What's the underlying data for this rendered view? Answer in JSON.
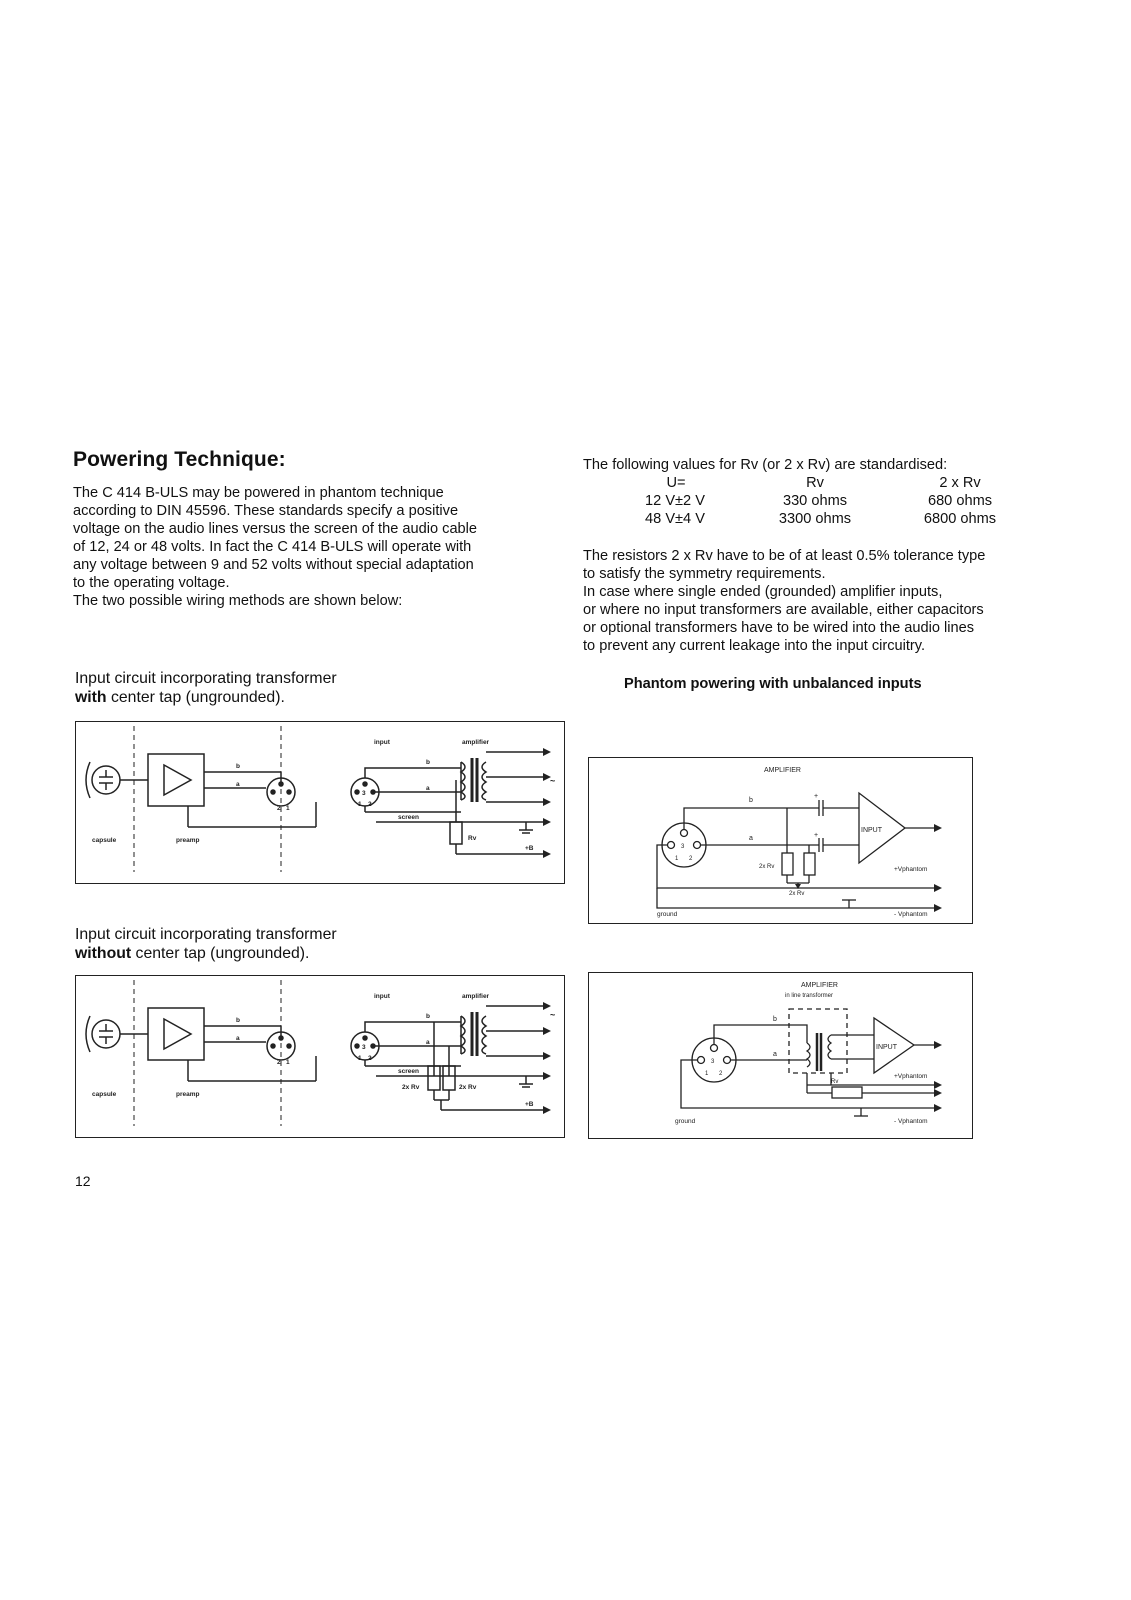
{
  "heading": "Powering Technique:",
  "intro": [
    "The C 414 B-ULS may be powered in phantom technique",
    "according to DIN 45596. These standards specify a positive",
    "voltage on the audio lines versus the screen of the audio cable",
    "of 12, 24 or 48 volts. In fact the C 414 B-ULS will operate with",
    "any voltage between 9 and 52 volts without special adaptation",
    "to the operating voltage.",
    "The two possible wiring methods are shown below:"
  ],
  "rv_intro": "The following values for Rv (or 2 x Rv) are standardised:",
  "rv_table": {
    "headers": [
      "U=",
      "Rv",
      "2 x Rv"
    ],
    "rows": [
      [
        "12 V±2 V",
        "330 ohms",
        "680 ohms"
      ],
      [
        "48 V±4 V",
        "3300 ohms",
        "6800 ohms"
      ]
    ]
  },
  "tolerance_text": [
    "The resistors 2 x Rv have to be of at least 0.5% tolerance type",
    "to satisfy the symmetry requirements.",
    "In case where single ended (grounded) amplifier inputs,",
    "or where no input transformers are available, either capacitors",
    "or optional transformers have to be wired into the audio lines",
    "to prevent any current leakage into the input circuitry."
  ],
  "caption1": {
    "line1": "Input circuit incorporating transformer",
    "bold": "with",
    "rest": " center tap (ungrounded)."
  },
  "caption2": {
    "line1": "Input circuit incorporating transformer",
    "bold": "without",
    "rest": " center tap (ungrounded)."
  },
  "subheading": "Phantom powering with unbalanced inputs",
  "diagram_left": {
    "capsule": "capsule",
    "preamp": "preamp",
    "input": "input",
    "amplifier": "amplifier",
    "b": "b",
    "a": "a",
    "screen": "screen",
    "rv": "Rv",
    "plus_b": "+B",
    "two_rv": "2x Rv",
    "pin1": "1",
    "pin2": "2",
    "pin3": "3"
  },
  "diagram_right1": {
    "title": "AMPLIFIER",
    "input": "INPUT",
    "b": "b",
    "a": "a",
    "two_rv": "2x Rv",
    "plus_v": "+Vphantom",
    "minus_v": "- Vphantom",
    "ground": "ground",
    "pin1": "1",
    "pin2": "2",
    "pin3": "3"
  },
  "diagram_right2": {
    "title": "AMPLIFIER",
    "subtitle": "in line transformer",
    "input": "INPUT",
    "b": "b",
    "a": "a",
    "rv": "Rv",
    "plus_v": "+Vphantom",
    "minus_v": "- Vphantom",
    "ground": "ground",
    "pin1": "1",
    "pin2": "2",
    "pin3": "3"
  },
  "page_number": "12"
}
